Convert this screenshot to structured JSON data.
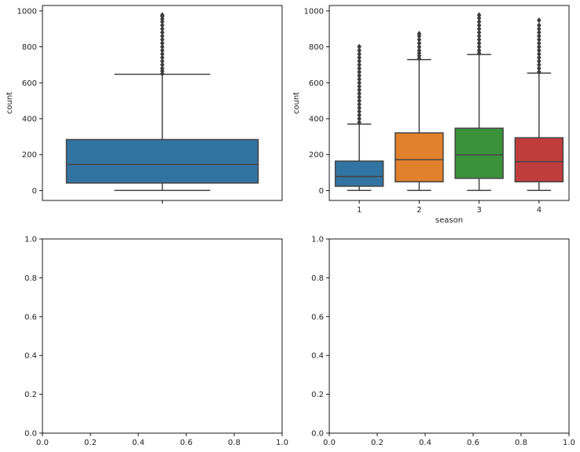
{
  "chart_data": [
    {
      "type": "box",
      "id": "overall",
      "xlabel": "",
      "ylabel": "count",
      "ylim": [
        -55,
        1030
      ],
      "yticks": [
        0,
        200,
        400,
        600,
        800,
        1000
      ],
      "xticks": [
        ""
      ],
      "boxes": [
        {
          "category": "",
          "color": "#3274a1",
          "whisker_low": 1,
          "q1": 42,
          "median": 145,
          "q3": 284,
          "whisker_high": 647,
          "outliers": [
            650,
            665,
            680,
            700,
            720,
            740,
            760,
            780,
            800,
            820,
            840,
            860,
            880,
            900,
            920,
            940,
            955,
            970,
            977
          ]
        }
      ]
    },
    {
      "type": "box",
      "id": "by-season",
      "xlabel": "season",
      "ylabel": "count",
      "ylim": [
        -55,
        1030
      ],
      "yticks": [
        0,
        200,
        400,
        600,
        800,
        1000
      ],
      "categories": [
        "1",
        "2",
        "3",
        "4"
      ],
      "boxes": [
        {
          "category": "1",
          "color": "#3274a1",
          "whisker_low": 1,
          "q1": 24,
          "median": 78,
          "q3": 164,
          "whisker_high": 370,
          "outliers": [
            380,
            400,
            420,
            440,
            460,
            480,
            500,
            520,
            540,
            560,
            580,
            600,
            620,
            640,
            660,
            680,
            700,
            720,
            740,
            760,
            780,
            801
          ]
        },
        {
          "category": "2",
          "color": "#e1812c",
          "whisker_low": 1,
          "q1": 49,
          "median": 172,
          "q3": 321,
          "whisker_high": 729,
          "outliers": [
            735,
            750,
            765,
            780,
            800,
            820,
            840,
            860,
            873
          ]
        },
        {
          "category": "3",
          "color": "#3a923a",
          "whisker_low": 1,
          "q1": 68,
          "median": 199,
          "q3": 347,
          "whisker_high": 757,
          "outliers": [
            765,
            780,
            800,
            820,
            840,
            860,
            880,
            900,
            920,
            940,
            960,
            977
          ]
        },
        {
          "category": "4",
          "color": "#c03d3e",
          "whisker_low": 1,
          "q1": 49,
          "median": 161,
          "q3": 294,
          "whisker_high": 654,
          "outliers": [
            660,
            680,
            700,
            720,
            740,
            760,
            780,
            800,
            820,
            840,
            860,
            880,
            900,
            920,
            948
          ]
        }
      ]
    },
    {
      "type": "empty",
      "id": "empty-left",
      "xlim": [
        0,
        1
      ],
      "ylim": [
        0,
        1
      ],
      "xticks": [
        "0.0",
        "0.2",
        "0.4",
        "0.6",
        "0.8",
        "1.0"
      ],
      "yticks": [
        "0.0",
        "0.2",
        "0.4",
        "0.6",
        "0.8",
        "1.0"
      ]
    },
    {
      "type": "empty",
      "id": "empty-right",
      "xlim": [
        0,
        1
      ],
      "ylim": [
        0,
        1
      ],
      "xticks": [
        "0.0",
        "0.2",
        "0.4",
        "0.6",
        "0.8",
        "1.0"
      ],
      "yticks": [
        "0.0",
        "0.2",
        "0.4",
        "0.6",
        "0.8",
        "1.0"
      ]
    }
  ]
}
